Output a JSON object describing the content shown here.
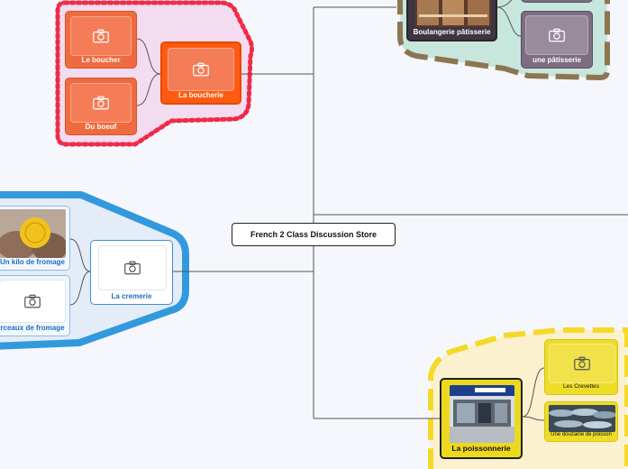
{
  "central": {
    "label": "French 2 Class Discussion Store"
  },
  "groups": {
    "boucherie": {
      "color": "#ff5a12",
      "main": {
        "label": "La boucherie",
        "icon": "camera-icon"
      },
      "children": [
        {
          "label": "Le boucher",
          "icon": "camera-icon"
        },
        {
          "label": "Du boeuf",
          "icon": "camera-icon"
        }
      ]
    },
    "boulangerie": {
      "color": "#3d3540",
      "main": {
        "label": "Boulangerie pâtisserie",
        "icon": "bakery-photo"
      },
      "children": [
        {
          "label": "une pâtisserie",
          "icon": "camera-icon"
        }
      ]
    },
    "cremerie": {
      "color": "#3a8fd8",
      "main": {
        "label": "La cremerie",
        "icon": "camera-icon"
      },
      "children": [
        {
          "label": "Un kilo de fromage",
          "icon": "cheese-photo"
        },
        {
          "label": "rceaux de fromage",
          "icon": "camera-icon"
        }
      ]
    },
    "poissonnerie": {
      "color": "#ecd91f",
      "main": {
        "label": "La poissonnerie",
        "icon": "fish-shop-photo"
      },
      "children": [
        {
          "label": "Les Crevettes",
          "icon": "camera-icon"
        },
        {
          "label": "Une douzaine de poisson",
          "icon": "fish-photo"
        }
      ]
    }
  }
}
